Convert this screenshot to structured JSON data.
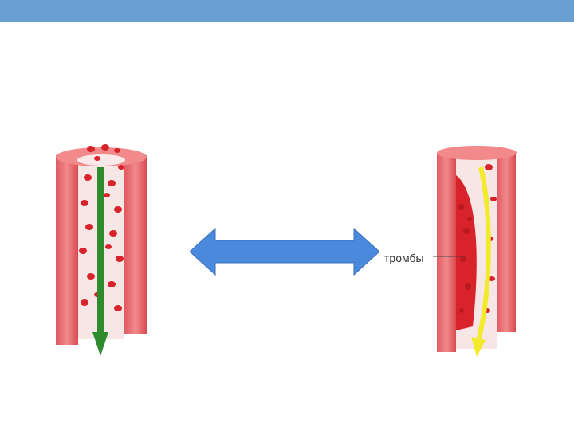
{
  "labels": {
    "thrombus": "тромбы"
  },
  "icons": {
    "left_flow": "green-arrow-down",
    "right_flow": "yellow-arrow-down",
    "center": "double-headed-arrow"
  },
  "colors": {
    "top_bar": "#6a9fd3",
    "vessel_wall": "#e8646a",
    "vessel_dark": "#c93a3e",
    "blood_cell": "#d8232a",
    "left_arrow": "#2e8b2e",
    "right_arrow": "#f2ea2a",
    "center_arrow": "#4a89dc"
  }
}
